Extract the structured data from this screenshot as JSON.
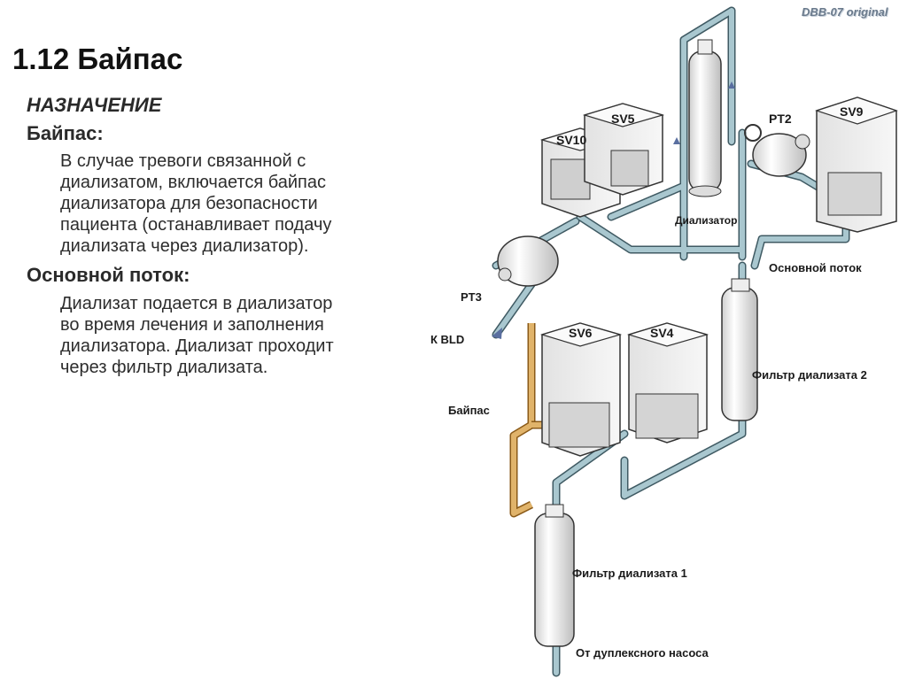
{
  "corner_mark": "DBB-07 original",
  "title": "1.12 Байпас",
  "section_purpose": "НАЗНАЧЕНИЕ",
  "bypass_heading": "Байпас:",
  "bypass_text": [
    "В случае тревоги связанной с",
    "диализатом, включается байпас",
    "диализатора для безопасности",
    "пациента (останавливает подачу",
    "диализата через диализатор)."
  ],
  "main_flow_heading": "Основной поток:",
  "main_flow_text": [
    "Диализат подается в диализатор",
    "во время лечения и заполнения",
    "диализатора.  Диализат проходит",
    "через фильтр диализата."
  ],
  "diagram_labels": {
    "sv10": "SV10",
    "sv5": "SV5",
    "pt2": "PT2",
    "sv9": "SV9",
    "dialyzer": "Диализатор",
    "main_flow": "Основной поток",
    "pt3": "PT3",
    "to_bld": "К BLD",
    "sv6": "SV6",
    "sv4": "SV4",
    "filter2": "Фильтр диализата 2",
    "bypass": "Байпас",
    "filter1": "Фильтр диализата 1",
    "from_pump": "От дуплексного насоса"
  },
  "colors": {
    "pipe": "#a9c7cf",
    "pipe_edge": "#3f5a63",
    "bypass_pipe": "#e0b36a",
    "bypass_edge": "#8a5a18",
    "valve_fill": "#f2f2f2",
    "valve_edge": "#333333"
  },
  "icons": {
    "flow_arrow": "arrow-icon",
    "valve": "solenoid-valve-icon",
    "sensor": "pressure-sensor-icon",
    "filter": "filter-cartridge-icon"
  }
}
